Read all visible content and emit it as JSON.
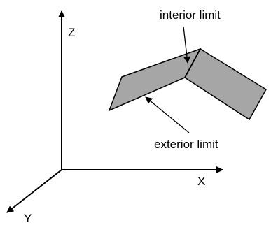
{
  "diagram": {
    "axes": {
      "x_label": "X",
      "y_label": "Y",
      "z_label": "Z"
    },
    "annotations": {
      "interior": "interior limit",
      "exterior": "exterior limit"
    },
    "colors": {
      "stroke": "#000000",
      "face_left": "#a6a6a6",
      "face_right": "#a6a6a6"
    }
  }
}
